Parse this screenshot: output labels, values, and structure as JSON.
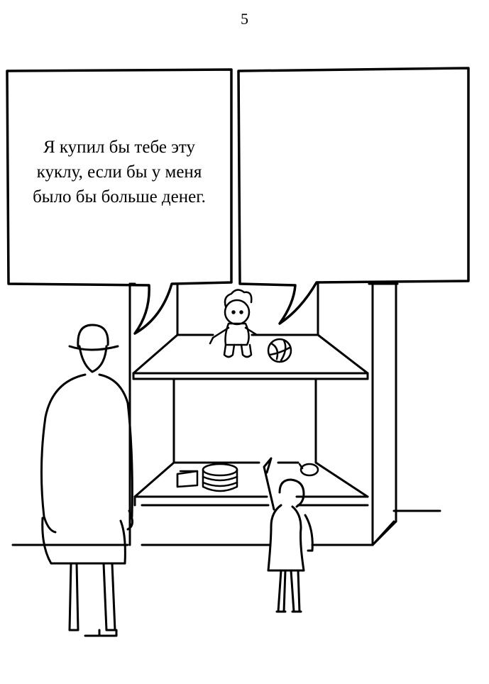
{
  "page": {
    "number": "5"
  },
  "speech": {
    "left_lines": [
      "Я купил бы тебе эту",
      "куклу, если бы у меня",
      "было бы больше денег."
    ],
    "right_text": ""
  },
  "colors": {
    "ink": "#000000",
    "paper": "#ffffff"
  }
}
